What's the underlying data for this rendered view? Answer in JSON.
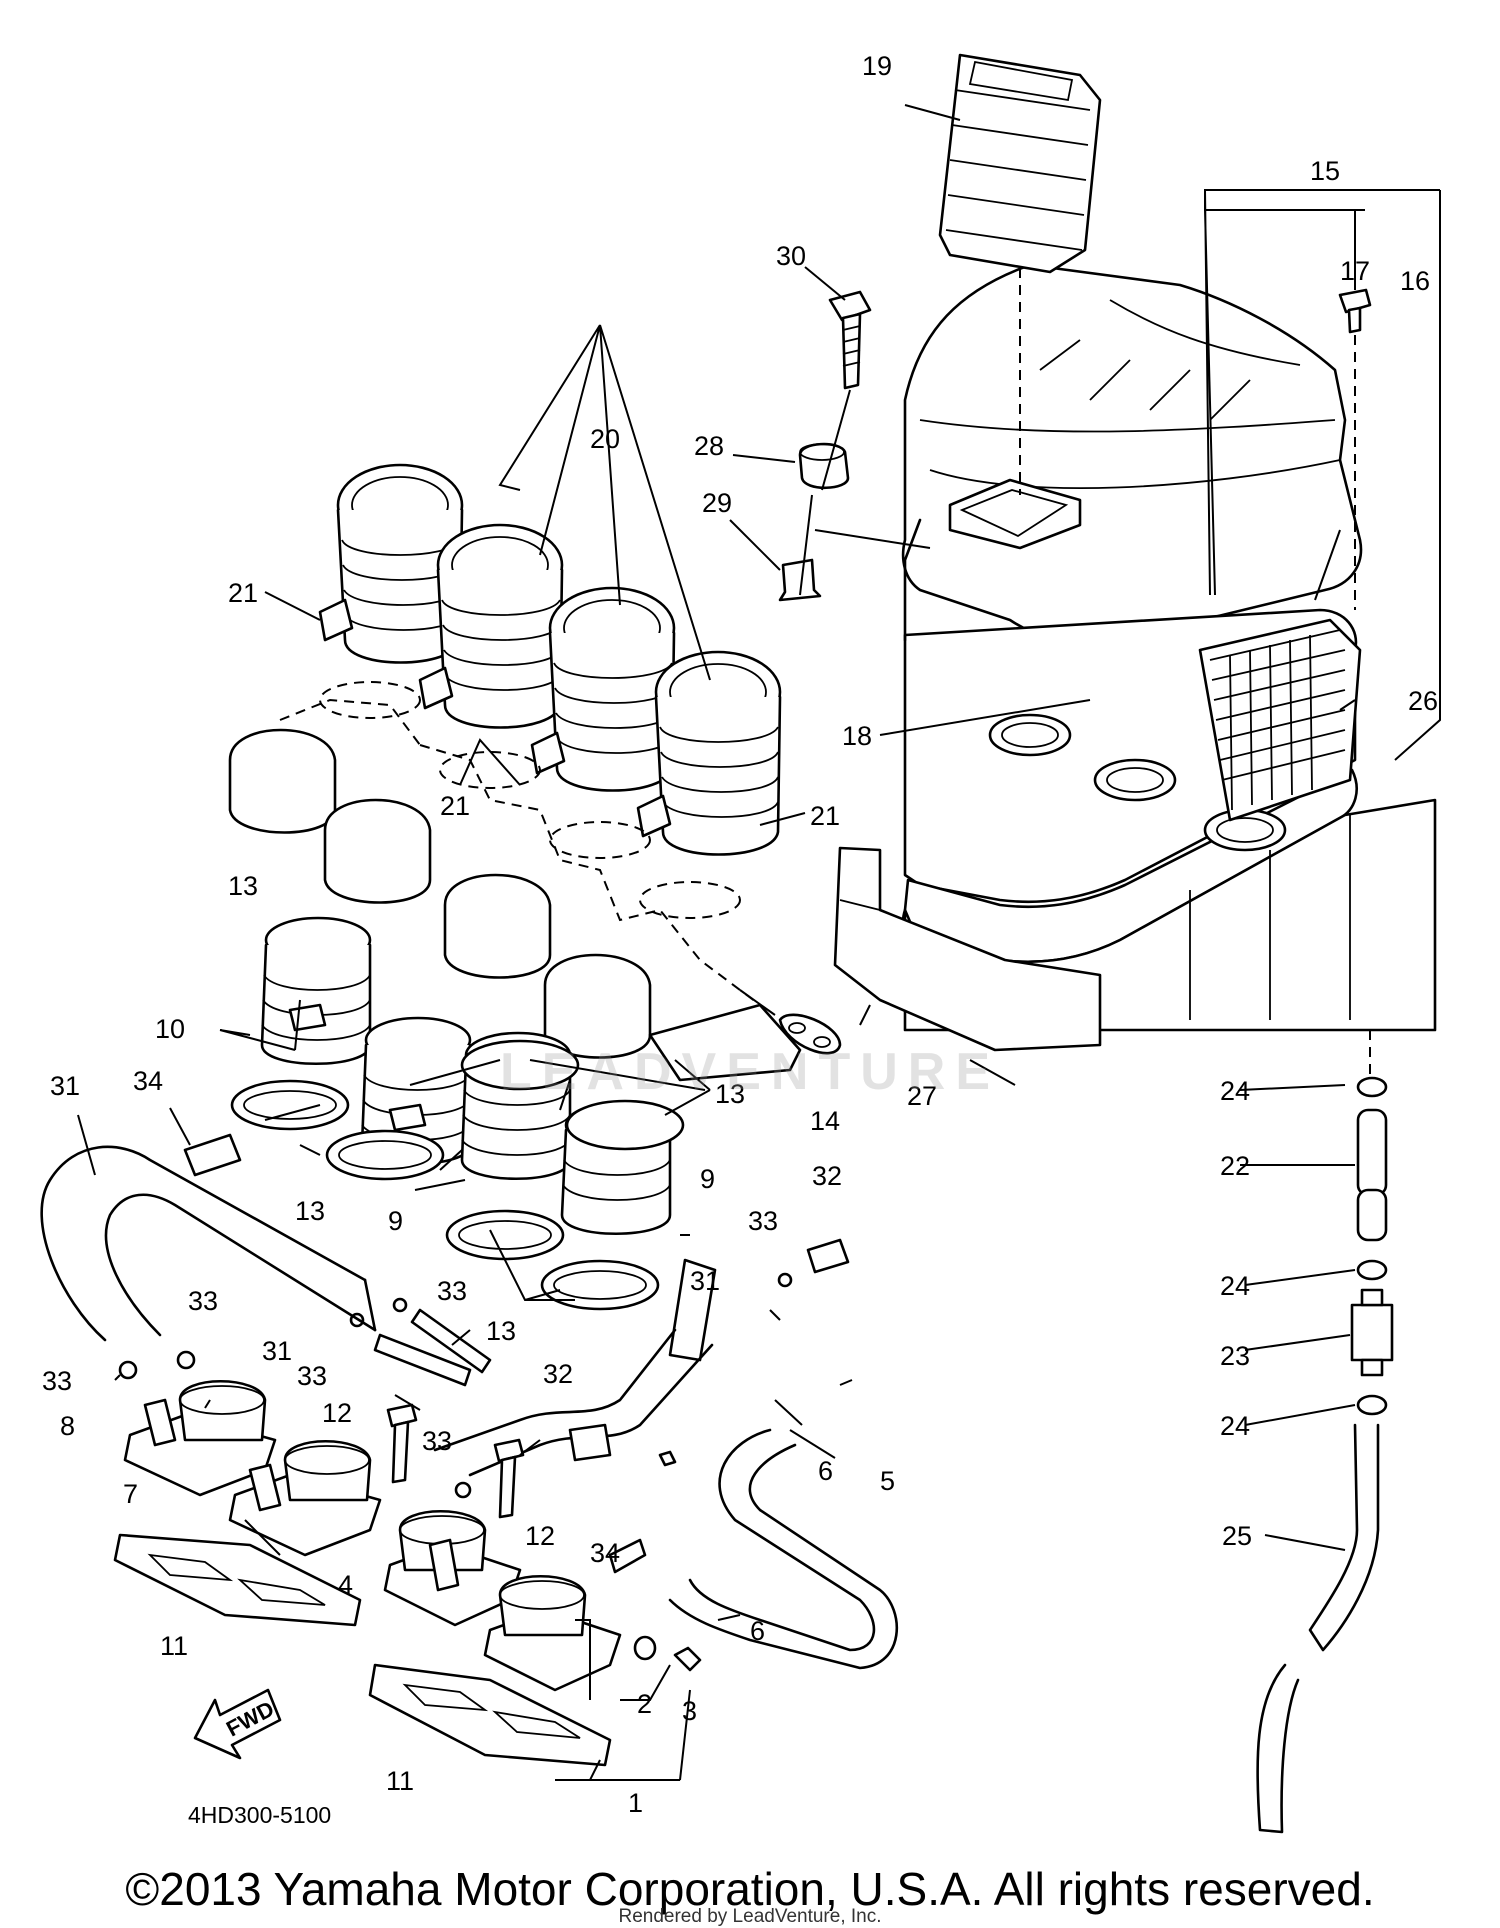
{
  "diagram": {
    "callouts": {
      "c1": "1",
      "c2": "2",
      "c3": "3",
      "c4": "4",
      "c5": "5",
      "c6a": "6",
      "c6b": "6",
      "c7": "7",
      "c8": "8",
      "c9a": "9",
      "c9b": "9",
      "c10": "10",
      "c11a": "11",
      "c11b": "11",
      "c12a": "12",
      "c12b": "12",
      "c13a": "13",
      "c13b": "13",
      "c13c": "13",
      "c13d": "13",
      "c14": "14",
      "c15": "15",
      "c16": "16",
      "c17": "17",
      "c18": "18",
      "c19": "19",
      "c20": "20",
      "c21a": "21",
      "c21b": "21",
      "c21c": "21",
      "c22": "22",
      "c23": "23",
      "c24a": "24",
      "c24b": "24",
      "c24c": "24",
      "c25": "25",
      "c26": "26",
      "c27": "27",
      "c28": "28",
      "c29": "29",
      "c30": "30",
      "c31a": "31",
      "c31b": "31",
      "c31c": "31",
      "c32a": "32",
      "c32b": "32",
      "c33a": "33",
      "c33b": "33",
      "c33c": "33",
      "c33d": "33",
      "c33e": "33",
      "c33f": "33",
      "c34a": "34",
      "c34b": "34"
    },
    "fwd_label": "FWD",
    "diagram_code": "4HD300-5100"
  },
  "watermark": "LEADVENTURE",
  "footer": {
    "copyright": "©2013 Yamaha Motor Corporation, U.S.A. All rights reserved.",
    "rendered_by": "Rendered by LeadVenture, Inc."
  }
}
